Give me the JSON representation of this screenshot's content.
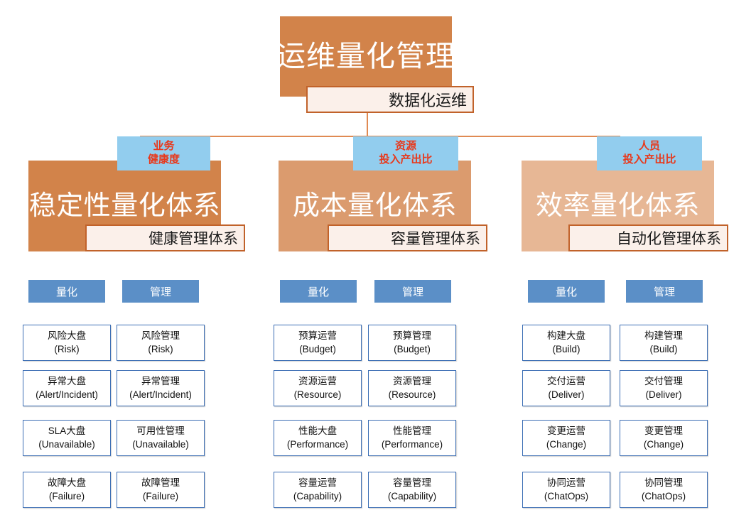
{
  "diagram": {
    "root": {
      "title": "运维量化管理",
      "subtitle": "数据化运维",
      "color": "#D2834A"
    },
    "pillars": [
      {
        "id": "stability",
        "tag_line1": "业务",
        "tag_line2": "健康度",
        "title": "稳定性量化体系",
        "subtitle": "健康管理体系",
        "color": "#D2834A",
        "columns": [
          "量化",
          "管理"
        ],
        "rows": [
          {
            "left_cn": "风险大盘",
            "left_en": "(Risk)",
            "right_cn": "风险管理",
            "right_en": "(Risk)"
          },
          {
            "left_cn": "异常大盘",
            "left_en": "(Alert/Incident)",
            "right_cn": "异常管理",
            "right_en": "(Alert/Incident)"
          },
          {
            "left_cn": "SLA大盘",
            "left_en": "(Unavailable)",
            "right_cn": "可用性管理",
            "right_en": "(Unavailable)"
          },
          {
            "left_cn": "故障大盘",
            "left_en": "(Failure)",
            "right_cn": "故障管理",
            "right_en": "(Failure)"
          }
        ]
      },
      {
        "id": "cost",
        "tag_line1": "资源",
        "tag_line2": "投入产出比",
        "title": "成本量化体系",
        "subtitle": "容量管理体系",
        "color": "#DB9B6E",
        "columns": [
          "量化",
          "管理"
        ],
        "rows": [
          {
            "left_cn": "预算运营",
            "left_en": "(Budget)",
            "right_cn": "预算管理",
            "right_en": "(Budget)"
          },
          {
            "left_cn": "资源运营",
            "left_en": "(Resource)",
            "right_cn": "资源管理",
            "right_en": "(Resource)"
          },
          {
            "left_cn": "性能大盘",
            "left_en": "(Performance)",
            "right_cn": "性能管理",
            "right_en": "(Performance)"
          },
          {
            "left_cn": "容量运营",
            "left_en": "(Capability)",
            "right_cn": "容量管理",
            "right_en": "(Capability)"
          }
        ]
      },
      {
        "id": "efficiency",
        "tag_line1": "人员",
        "tag_line2": "投入产出比",
        "title": "效率量化体系",
        "subtitle": "自动化管理体系",
        "color": "#E7B795",
        "columns": [
          "量化",
          "管理"
        ],
        "rows": [
          {
            "left_cn": "构建大盘",
            "left_en": "(Build)",
            "right_cn": "构建管理",
            "right_en": "(Build)"
          },
          {
            "left_cn": "交付运营",
            "left_en": "(Deliver)",
            "right_cn": "交付管理",
            "right_en": "(Deliver)"
          },
          {
            "left_cn": "变更运营",
            "left_en": "(Change)",
            "right_cn": "变更管理",
            "right_en": "(Change)"
          },
          {
            "left_cn": "协同运营",
            "left_en": "(ChatOps)",
            "right_cn": "协同管理",
            "right_en": "(ChatOps)"
          }
        ]
      }
    ],
    "colors": {
      "connector": "#E08A52",
      "tag_bg": "#92CDEE",
      "tag_text": "#E8381B",
      "column_head_bg": "#5B8FC7",
      "leaf_border": "#3C6EB4",
      "sub_label_bg": "#FBF0EA",
      "sub_label_border": "#C1622A"
    }
  }
}
